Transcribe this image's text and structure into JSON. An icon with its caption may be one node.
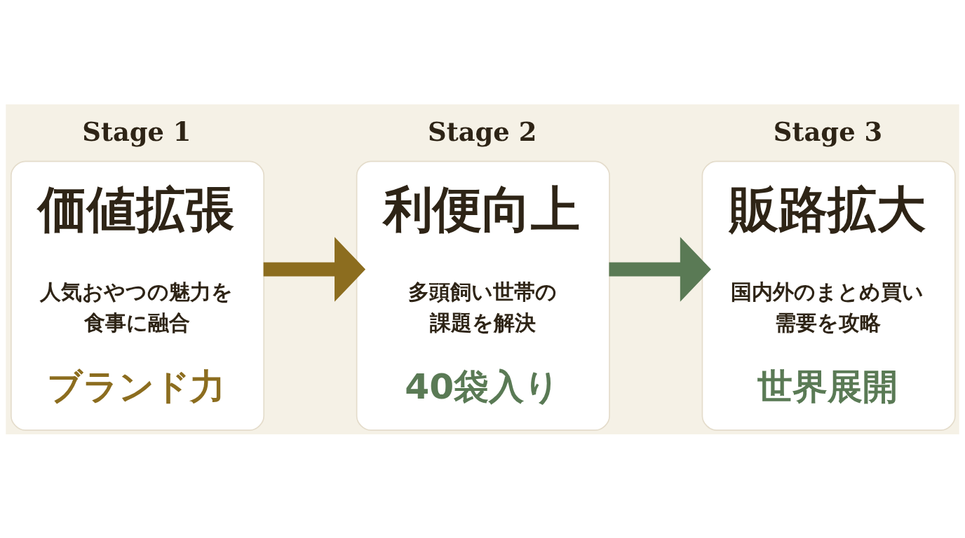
{
  "diagram": {
    "nodes": [
      {
        "text": [
          "Stage 1",
          "価値拡張",
          "人気おやつの魅力を食事に融合",
          "ブランド力"
        ]
      },
      {
        "text": [
          "Stage 2",
          "利便向上",
          "多頭飼い世帯の課題を解決",
          "40袋入り"
        ]
      },
      {
        "text": [
          "Stage 3",
          "販路拡大",
          "国内外のまとめ買い需要を攻略",
          "世界展開"
        ]
      }
    ],
    "edges": [
      {
        "from": 0,
        "to": 1,
        "arrow": "to",
        "color": "#8c6d1f"
      },
      {
        "from": 1,
        "to": 2,
        "arrow": "to",
        "color": "#5a7a55"
      }
    ]
  }
}
